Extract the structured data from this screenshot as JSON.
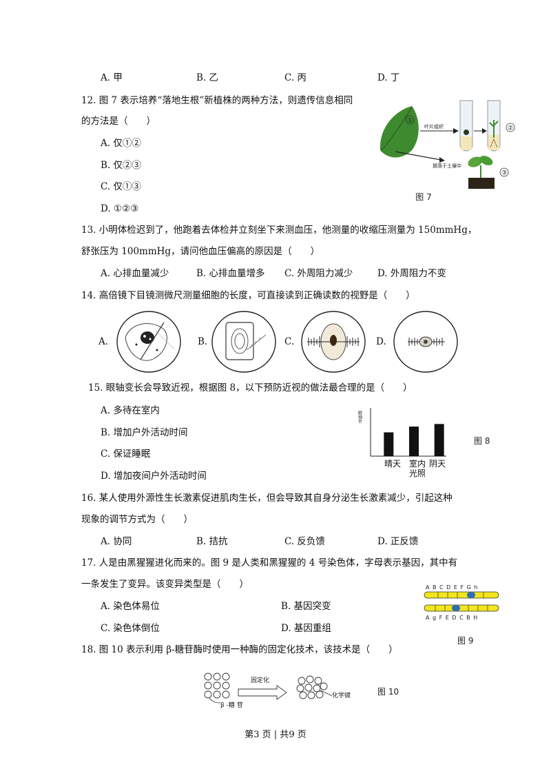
{
  "q11": {
    "options": [
      "A. 甲",
      "B. 乙",
      "C. 丙",
      "D. 丁"
    ]
  },
  "q12": {
    "stem1": "12. 图 7 表示培养“落地生根”新植株的两种方法，则遗传信息相同",
    "stem2": "的方法是（　　）",
    "options": [
      "A. 仅①②",
      "B. 仅②③",
      "C. 仅①③",
      "D. ①②③"
    ],
    "figure": {
      "caption": "图 7",
      "circled_1": "①",
      "circled_2": "②",
      "circled_3": "③",
      "label_tissue": "叶片组织",
      "label_soil": "掷落于土壤中"
    }
  },
  "q13": {
    "stem1": "13.  小明体检迟到了，他跑着去体检并立刻坐下来测血压，他测量的收缩压测量为 150mmHg，",
    "stem2": "舒张压为 100mmHg，请问他血压偏高的原因是（　　）",
    "options": [
      "A. 心排血量减少",
      "B. 心排血量增多",
      "C. 外周阻力减少",
      "D. 外周阻力不变"
    ]
  },
  "q14": {
    "stem": "14.  高倍镜下目镜测微尺测量细胞的长度，可直接读到正确读数的视野是（　　）",
    "options": [
      "A.",
      "B.",
      "C.",
      "D."
    ]
  },
  "q15": {
    "stem": "15. 眼轴变长会导致近视，根据图 8，以下预防近视的做法最合理的是（　　）",
    "options": [
      "A. 多待在室内",
      "B. 增加户外活动时间",
      "C. 保证睡眠",
      "D. 增加夜间户外活动时间"
    ],
    "figure": {
      "caption": "图 8",
      "ylabel": "眼轴长",
      "x_labels": [
        "晴天",
        "室内\n光照",
        "阴天"
      ]
    }
  },
  "chart_data": {
    "type": "bar",
    "categories": [
      "晴天",
      "室内光照",
      "阴天"
    ],
    "values": [
      3.7,
      4.6,
      5.0
    ],
    "ylabel": "眼轴长",
    "xlabel": "",
    "ylim": [
      0,
      7.5
    ],
    "grid": false
  },
  "q16": {
    "stem1": "16.  某人使用外源性生长激素促进肌肉生长，但会导致其自身分泌生长激素减少，引起这种",
    "stem2": "现象的调节方式为（　　）",
    "options": [
      "A. 协同",
      "B. 拮抗",
      "C. 反负馈",
      "D. 正反馈"
    ]
  },
  "q17": {
    "stem1": "17.  人是由黑猩猩进化而来的。图 9 是人类和黑猩猩的 4 号染色体，字母表示基因，其中有",
    "stem2": "一条发生了变异。该变异类型是（　　）",
    "options": [
      "A. 染色体易位",
      "B. 基因突变",
      "C. 染色体倒位",
      "D. 基因重组"
    ],
    "figure": {
      "caption": "图 9",
      "top_genes": "A B C D E   F G h",
      "bottom_genes": "A g F   E D C B H"
    }
  },
  "q18": {
    "stem": "18.  图 10 表示利用 β-糖苷酶时使用一种酶的固定化技术，该技术是（　　）",
    "figure": {
      "caption": "图 10",
      "arrow_label": "固定化",
      "enzyme_label": "β -糖 苷",
      "bond_label": "化学键"
    }
  },
  "footer": "第3 页  |  共9 页",
  "colors": {
    "chromosome_yellow": "#f2e51c",
    "centromere_blue": "#2f6fb0",
    "leaf_green": "#3e8a2e"
  }
}
